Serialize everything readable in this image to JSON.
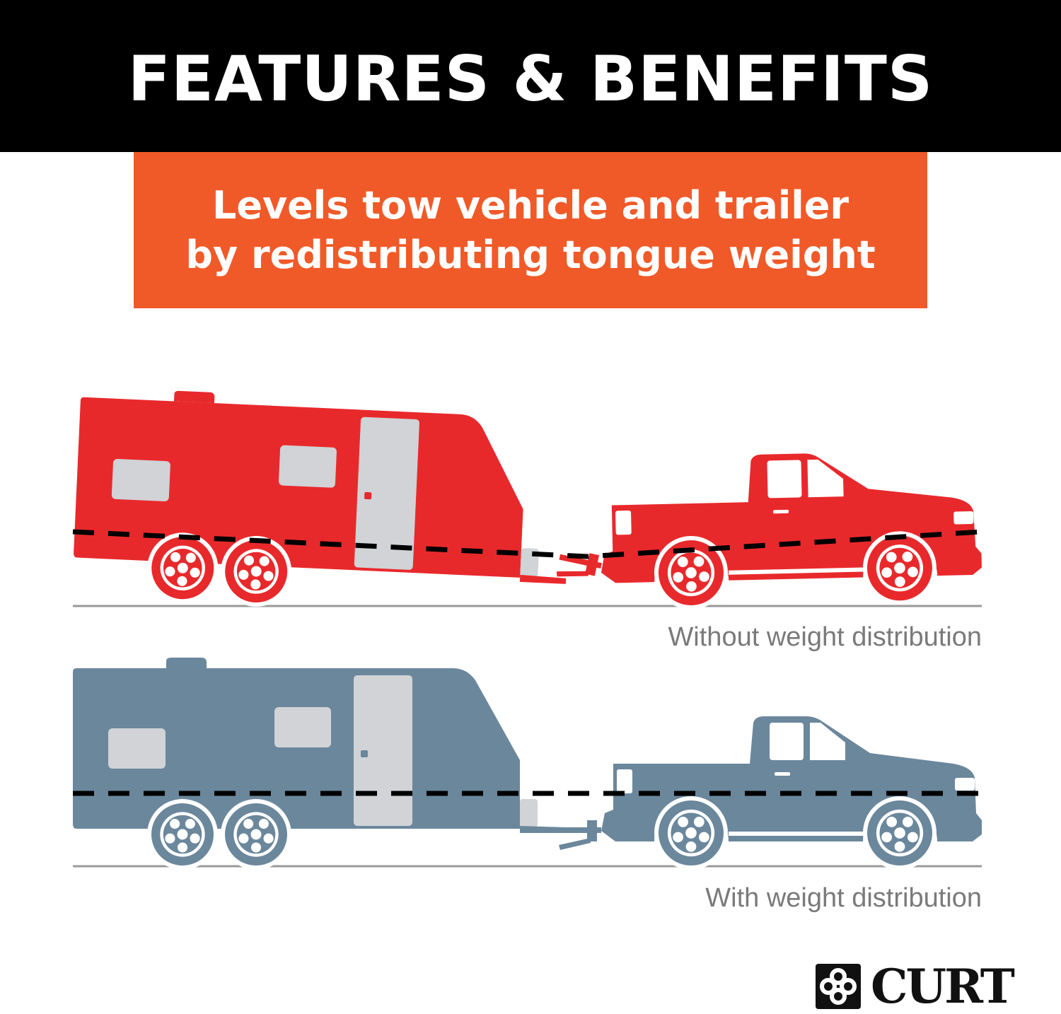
{
  "header": {
    "title": "FEATURES & BENEFITS"
  },
  "banner": {
    "lines": [
      "Levels tow vehicle and trailer",
      "by redistributing tongue weight"
    ]
  },
  "scenes": [
    {
      "caption": "Without weight distribution",
      "color": "#e8292c",
      "level": false
    },
    {
      "caption": "With weight distribution",
      "color": "#6b879c",
      "level": true
    }
  ],
  "logo": {
    "text": "CURT",
    "icon": "curt-knot-logo-icon"
  },
  "colors": {
    "header_bg": "#000000",
    "banner_bg": "#f05a28",
    "window_gray": "#d1d3d6",
    "caption_gray": "#7a7a7a"
  }
}
